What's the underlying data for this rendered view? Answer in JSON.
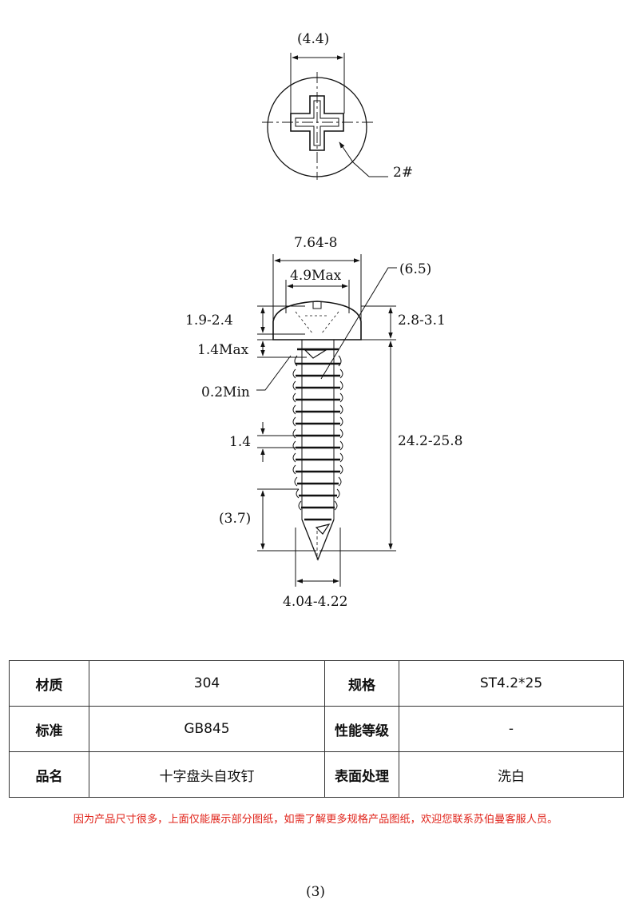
{
  "top_view": {
    "head_width": "(4.4)",
    "recess_size": "2#"
  },
  "side_view": {
    "head_diameter": "7.64-8",
    "recess_width": "4.9Max",
    "recess_depth": "(6.5)",
    "recess_height": "1.9-2.4",
    "head_height": "2.8-3.1",
    "under_head": "1.4Max",
    "crest_flat": "0.2Min",
    "pitch": "1.4",
    "total_length": "24.2-25.8",
    "point_length": "(3.7)",
    "thread_diameter": "4.04-4.22"
  },
  "spec_table": {
    "rows": [
      {
        "label1": "材质",
        "value1": "304",
        "label2": "规格",
        "value2": "ST4.2*25"
      },
      {
        "label1": "标准",
        "value1": "GB845",
        "label2": "性能等级",
        "value2": "-"
      },
      {
        "label1": "品名",
        "value1": "十字盘头自攻钉",
        "label2": "表面处理",
        "value2": "洗白"
      }
    ]
  },
  "note": "因为产品尺寸很多，上面仅能展示部分图纸，如需了解更多规格产品图纸，欢迎您联系苏伯曼客服人员。",
  "page_number": "(3)",
  "colors": {
    "line": "#111111",
    "note": "#e0231a"
  }
}
